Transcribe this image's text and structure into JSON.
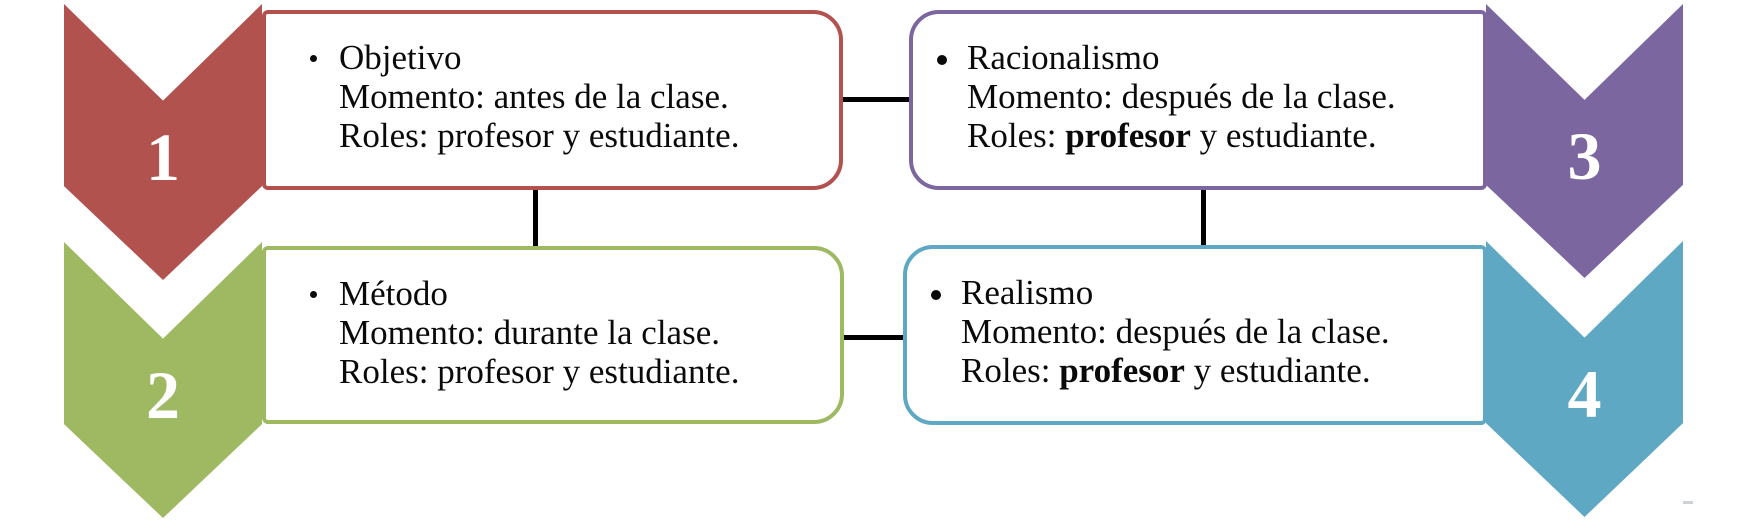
{
  "figure": {
    "background": "#ffffff",
    "connector_color": "#000000",
    "text_color": "#0a0a0a",
    "number_color": "#ffffff"
  },
  "steps": [
    {
      "number": "1",
      "color": "#b2524e",
      "title": "Objetivo",
      "momento": "Momento: antes de la clase.",
      "roles_prefix": "Roles: profesor y estudiante.",
      "roles_bold": "",
      "roles_suffix": ""
    },
    {
      "number": "2",
      "color": "#9eb961",
      "title": "Método",
      "momento": "Momento: durante la clase.",
      "roles_prefix": "Roles: profesor y estudiante.",
      "roles_bold": "",
      "roles_suffix": ""
    },
    {
      "number": "3",
      "color": "#7c66a0",
      "title": "Racionalismo",
      "momento": "Momento: después de la clase.",
      "roles_prefix": "Roles: ",
      "roles_bold": "profesor",
      "roles_suffix": " y estudiante."
    },
    {
      "number": "4",
      "color": "#5fa8c4",
      "title": "Realismo",
      "momento": "Momento: después de la clase.",
      "roles_prefix": "Roles: ",
      "roles_bold": "profesor",
      "roles_suffix": " y estudiante."
    }
  ]
}
